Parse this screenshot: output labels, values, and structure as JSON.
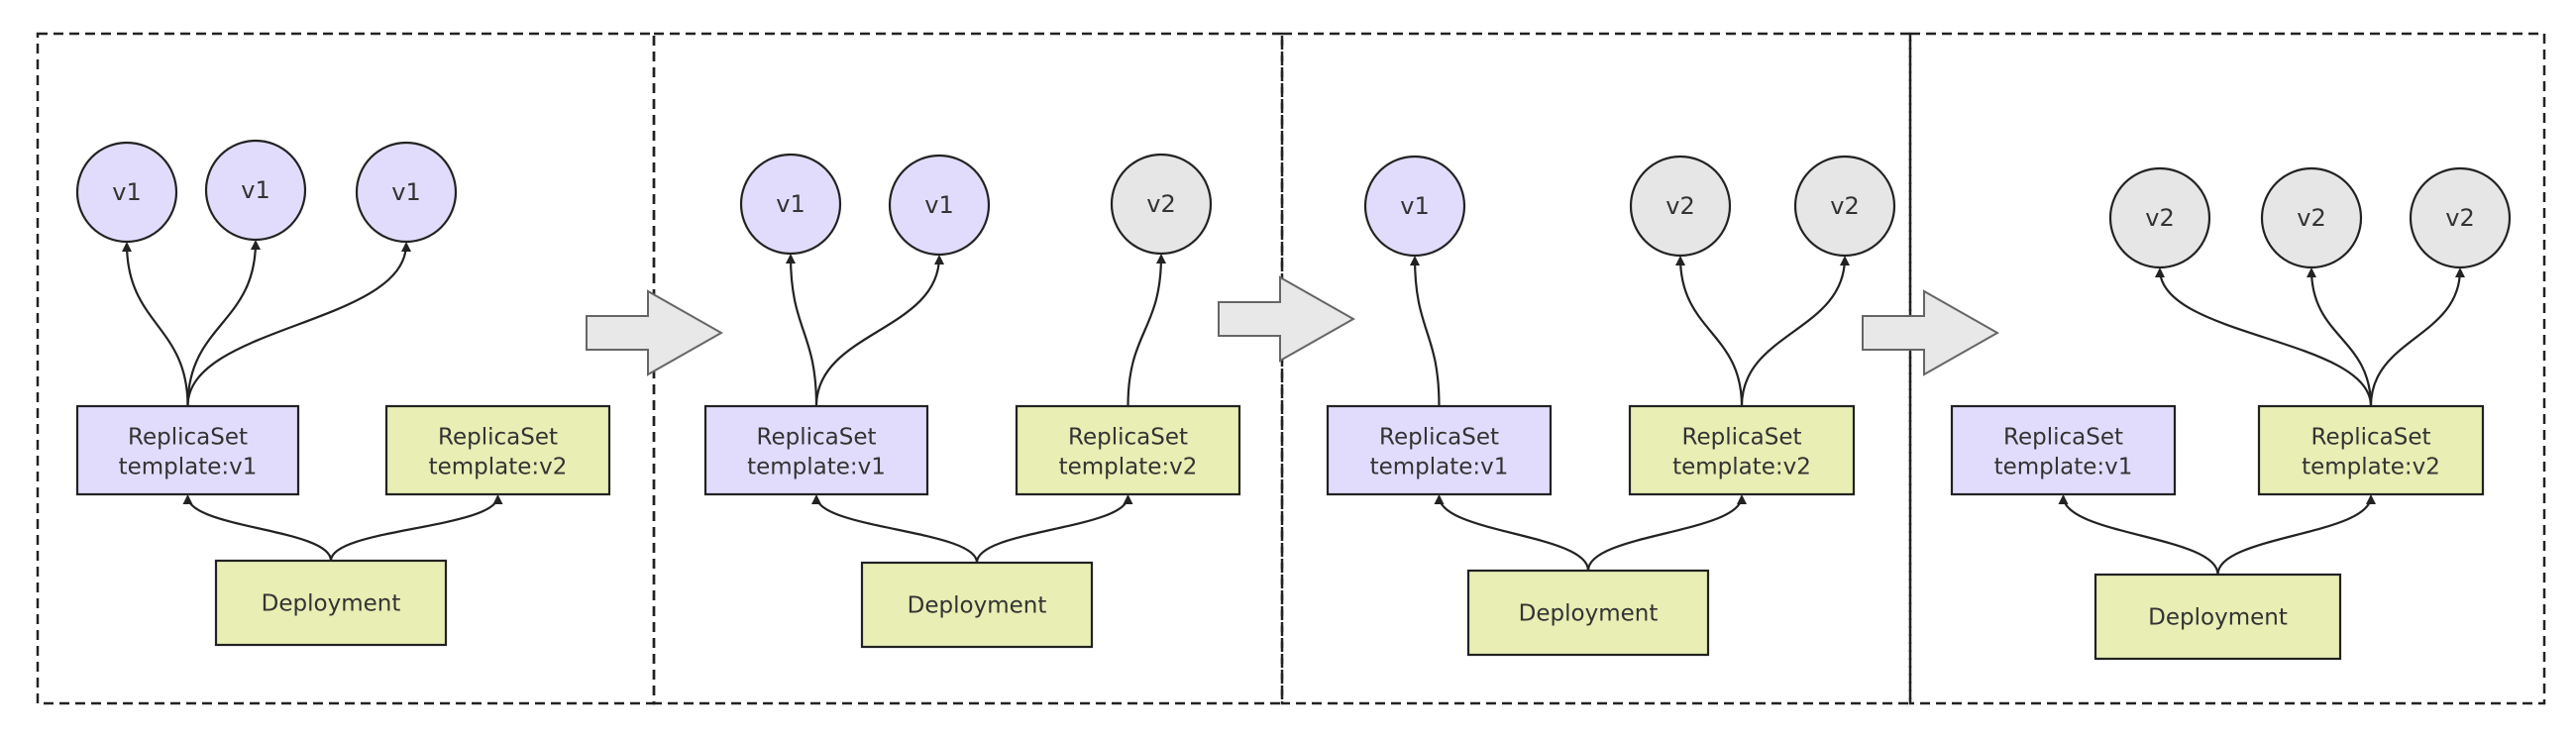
{
  "colors": {
    "v1_fill": "#e2dcfc",
    "v2_fill": "#e6e6e6",
    "deploy_fill": "#e8eeb4",
    "stroke": "#222222",
    "arrow_fill": "#e8e8e8"
  },
  "stages": [
    {
      "pods": [
        "v1",
        "v1",
        "v1"
      ],
      "pod_versions": [
        "v1",
        "v1",
        "v1"
      ],
      "owner": "v1",
      "replicasets": [
        {
          "line1": "ReplicaSet",
          "line2": "template:v1",
          "version": "v1"
        },
        {
          "line1": "ReplicaSet",
          "line2": "template:v2",
          "version": "v2"
        }
      ],
      "deployment": "Deployment"
    },
    {
      "pods": [
        "v1",
        "v1",
        "v2"
      ],
      "pod_versions": [
        "v1",
        "v1",
        "v2"
      ],
      "owner": "mixed",
      "replicasets": [
        {
          "line1": "ReplicaSet",
          "line2": "template:v1",
          "version": "v1"
        },
        {
          "line1": "ReplicaSet",
          "line2": "template:v2",
          "version": "v2"
        }
      ],
      "deployment": "Deployment"
    },
    {
      "pods": [
        "v1",
        "v2",
        "v2"
      ],
      "pod_versions": [
        "v1",
        "v2",
        "v2"
      ],
      "owner": "mixed",
      "replicasets": [
        {
          "line1": "ReplicaSet",
          "line2": "template:v1",
          "version": "v1"
        },
        {
          "line1": "ReplicaSet",
          "line2": "template:v2",
          "version": "v2"
        }
      ],
      "deployment": "Deployment"
    },
    {
      "pods": [
        "v2",
        "v2",
        "v2"
      ],
      "pod_versions": [
        "v2",
        "v2",
        "v2"
      ],
      "owner": "v2",
      "replicasets": [
        {
          "line1": "ReplicaSet",
          "line2": "template:v1",
          "version": "v1"
        },
        {
          "line1": "ReplicaSet",
          "line2": "template:v2",
          "version": "v2"
        }
      ],
      "deployment": "Deployment"
    }
  ]
}
